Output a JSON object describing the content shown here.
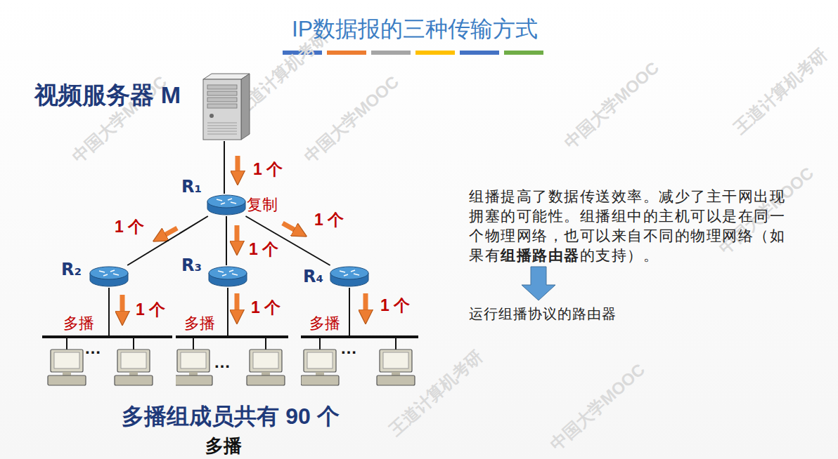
{
  "diagram": {
    "title": "IP数据报的三种传输方式",
    "caption": "多播",
    "nodes": [
      {
        "text": [
          "视频服务器 M"
        ]
      },
      {
        "text": [
          "R₁"
        ]
      },
      {
        "text": [
          "R₂"
        ]
      },
      {
        "text": [
          "R₃"
        ]
      },
      {
        "text": [
          "R₄"
        ]
      },
      {
        "text": [
          "多播"
        ]
      },
      {
        "text": [
          "多播"
        ]
      },
      {
        "text": [
          "多播"
        ]
      }
    ],
    "edges": [
      {
        "from": 0,
        "to": 1,
        "label": "1 个",
        "arrow": "none"
      },
      {
        "from": 1,
        "to": 2,
        "label": "1 个",
        "arrow": "none"
      },
      {
        "from": 1,
        "to": 3,
        "label": "1 个",
        "arrow": "none"
      },
      {
        "from": 1,
        "to": 4,
        "label": "1 个",
        "arrow": "none"
      },
      {
        "from": 2,
        "to": 5,
        "label": "1 个",
        "arrow": "none"
      },
      {
        "from": 3,
        "to": 6,
        "label": "1 个",
        "arrow": "none"
      },
      {
        "from": 4,
        "to": 7,
        "label": "1 个",
        "arrow": "none"
      }
    ],
    "labels": [
      "复制",
      "…",
      "…",
      "…",
      "多播组成员共有 90 个",
      "组播提高了数据传送效率。减少了主干网出现拥塞的可能性。组播组中的主机可以是在同一个物理网络，也可以来自不同的物理网络（如果有",
      "组播路由器",
      "的支持）。",
      "运行组播协议的路由器",
      "中国大学MOOC",
      "中国大学MOOC",
      "中国大学MOOC",
      "中国大学MOOC",
      "中国大学MOOC",
      "王道计算机考研",
      "王道计算机考研",
      "王道计算机考研"
    ]
  }
}
